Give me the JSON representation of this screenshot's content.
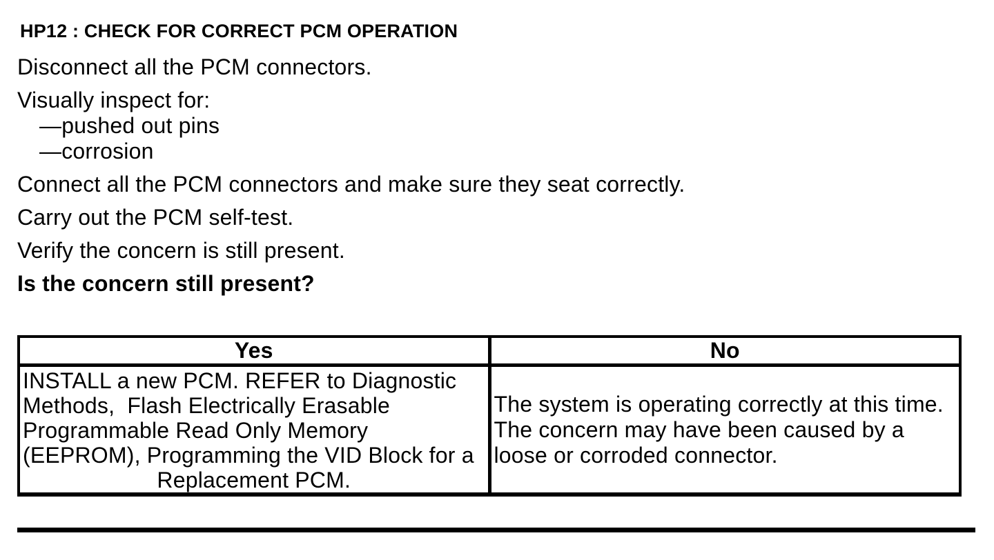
{
  "procedure": {
    "heading": "HP12 : CHECK FOR CORRECT PCM OPERATION",
    "steps": [
      "Disconnect all the PCM connectors.",
      "Visually inspect for:",
      "Connect all the PCM connectors and make sure they seat correctly.",
      "Carry out the PCM self-test.",
      "Verify the concern is still present."
    ],
    "inspect_items": [
      "—pushed out pins",
      "—corrosion"
    ],
    "question": "Is the concern still present?"
  },
  "decision_table": {
    "yes_header": "Yes",
    "no_header": "No",
    "yes_action_lines": "INSTALL a new PCM. REFER to Diagnostic\nMethods,  Flash Electrically Erasable\nProgrammable Read Only Memory\n(EEPROM), Programming the VID Block for a",
    "yes_action_last_line": "Replacement PCM.",
    "no_action_lines": "The system is operating correctly at this time.\nThe concern may have been caused by a\nloose or corroded connector."
  },
  "colors": {
    "text": "#000000",
    "background": "#ffffff",
    "rule": "#000000"
  }
}
